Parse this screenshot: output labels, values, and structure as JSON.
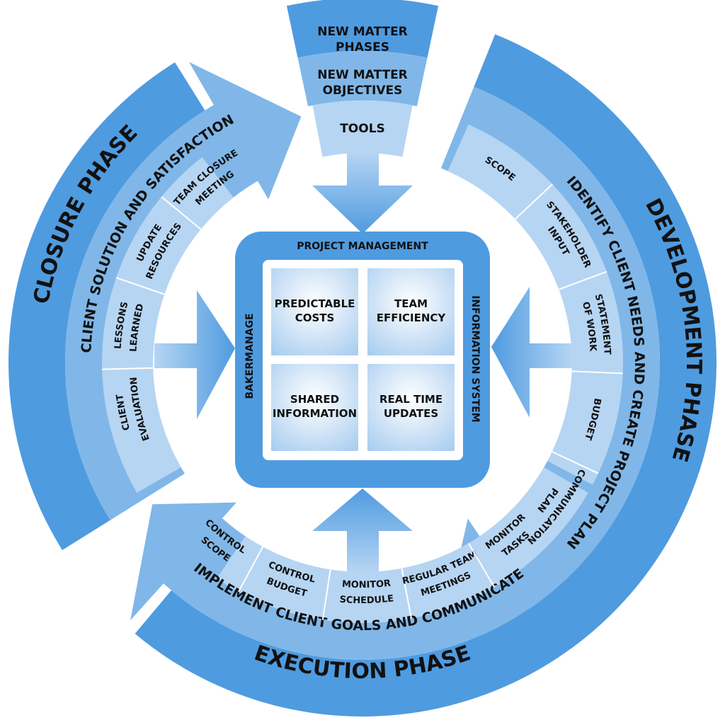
{
  "colors": {
    "outer": "#4f9be0",
    "middle": "#80b7e8",
    "inner": "#b6d5f3",
    "box": "#4f9be0",
    "text": "#111111"
  },
  "top_tab": {
    "phases": [
      "NEW MATTER",
      "PHASES"
    ],
    "objectives": [
      "NEW MATTER",
      "OBJECTIVES"
    ],
    "tools": "TOOLS"
  },
  "center": {
    "top_label": "PROJECT MANAGEMENT",
    "left_label": "BAKERMANAGE",
    "right_label": "INFORMATION SYSTEM",
    "cells": [
      [
        "PREDICTABLE",
        "COSTS"
      ],
      [
        "TEAM",
        "EFFICIENCY"
      ],
      [
        "SHARED",
        "INFORMATION"
      ],
      [
        "REAL TIME",
        "UPDATES"
      ]
    ]
  },
  "phases": {
    "development": {
      "title": "DEVELOPMENT PHASE",
      "subtitle": "IDENTIFY CLIENT NEEDS AND CREATE PROJECT PLAN",
      "steps": [
        [
          "SCOPE"
        ],
        [
          "STAKEHOLDER",
          "INPUT"
        ],
        [
          "STATEMENT",
          "OF WORK"
        ],
        [
          "BUDGET"
        ],
        [
          "COMMUNICATION",
          "PLAN"
        ]
      ]
    },
    "execution": {
      "title": "EXECUTION PHASE",
      "subtitle": "IMPLEMENT CLIENT GOALS AND COMMUNICATE",
      "steps": [
        [
          "CONTROL",
          "SCOPE"
        ],
        [
          "CONTROL",
          "BUDGET"
        ],
        [
          "MONITOR",
          "SCHEDULE"
        ],
        [
          "REGULAR TEAM",
          "MEETINGS"
        ],
        [
          "MONITOR",
          "TASKS"
        ]
      ]
    },
    "closure": {
      "title": "CLOSURE PHASE",
      "subtitle": "CLIENT SOLUTION AND SATISFACTION",
      "steps": [
        [
          "CLIENT",
          "EVALUATION"
        ],
        [
          "LESSONS",
          "LEARNED"
        ],
        [
          "UPDATE",
          "RESOURCES"
        ],
        [
          "TEAM CLOSURE",
          "MEETING"
        ]
      ]
    }
  }
}
